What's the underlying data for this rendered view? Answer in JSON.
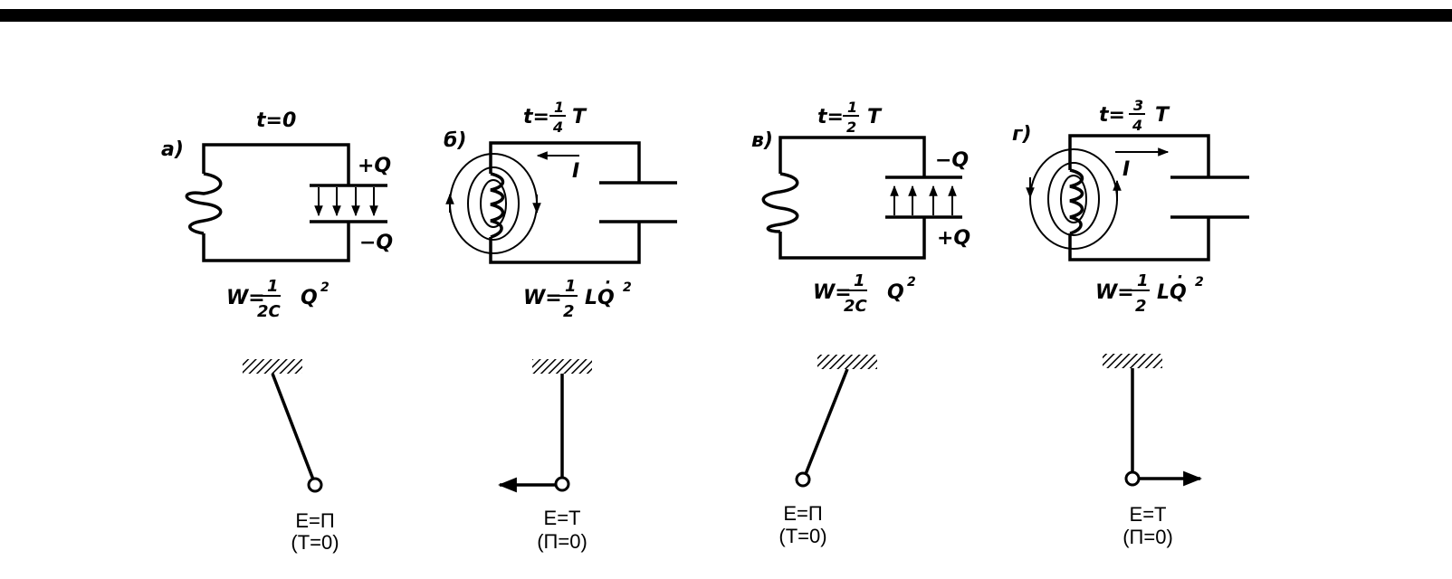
{
  "panels": [
    {
      "label": "а)",
      "time": "t=0",
      "top_charge": "+Q",
      "bottom_charge": "−Q",
      "energy_formula": "W= 1/2C Q²",
      "pendulum_energy": "E=П",
      "pendulum_condition": "(T=0)"
    },
    {
      "label": "б)",
      "time": "t= 1/4 T",
      "current": "I",
      "energy_formula": "W= 1/2 LQ̇²",
      "pendulum_energy": "E=T",
      "pendulum_condition": "(П=0)"
    },
    {
      "label": "в)",
      "time": "t= 1/2 T",
      "top_charge": "−Q",
      "bottom_charge": "+Q",
      "energy_formula": "W= 1/2C Q²",
      "pendulum_energy": "E=П",
      "pendulum_condition": "(T=0)"
    },
    {
      "label": "г)",
      "time": "t= 3/4 T",
      "current": "I",
      "energy_formula": "W= 1/2 LQ̇²",
      "pendulum_energy": "E=T",
      "pendulum_condition": "(П=0)"
    }
  ],
  "text": {
    "t_eq": "t=",
    "t_sym": "T",
    "zero": "0",
    "w_eq": "W=",
    "one": "1",
    "two": "2",
    "three": "3",
    "four": "4",
    "twoC": "2C",
    "Q": "Q",
    "LQ": "LQ",
    "dot": "·",
    "sq": "2"
  }
}
